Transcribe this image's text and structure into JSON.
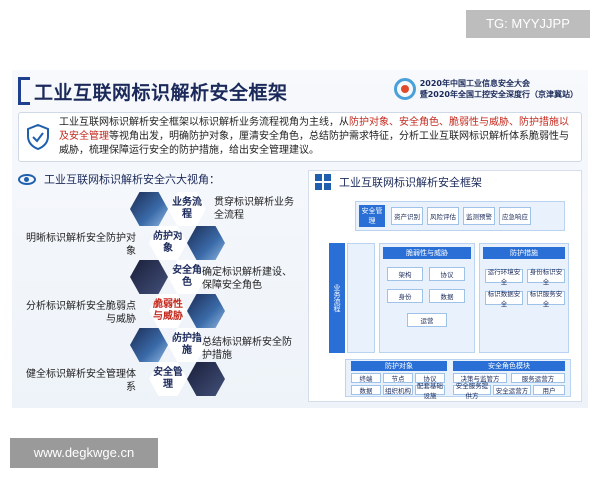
{
  "watermarks": {
    "top": "TG: MYYJJPP",
    "bottom": "www.degkwge.cn"
  },
  "header": {
    "title": "工业互联网标识解析安全框架",
    "conference_line1": "2020年中国工业信息安全大会",
    "conference_line2": "暨2020年全国工控安全深度行（京津冀站）"
  },
  "intro": {
    "part1": "工业互联网标识解析安全框架以标识解析业务流程视角为主线，从",
    "highlight": "防护对象、安全角色、脆弱性与威胁、防护措施以及安全管理",
    "part2": "等视角出发，明确防护对象，厘清安全角色，总结防护需求特征，分析工业互联网标识解析体系脆弱性与威胁，梳理保障运行安全的防护措施，给出安全管理建议。"
  },
  "left_panel": {
    "heading": "工业互联网标识解析安全六大视角：",
    "hexes": [
      "业务流程",
      "防护对象",
      "安全角色",
      "脆弱性与威胁",
      "防护措施",
      "安全管理"
    ],
    "labels": {
      "business": "贯穿标识解析业务全流程",
      "protect_obj": "明晰标识解析安全防护对象",
      "roles": "确定标识解析建设、保障安全角色",
      "vuln": "分析标识解析安全脆弱点与威胁",
      "measures": "总结标识解析安全防护措施",
      "mgmt": "健全标识解析安全管理体系"
    }
  },
  "right_panel": {
    "heading": "工业互联网标识解析安全框架",
    "top_label": "安全管理",
    "top_items": [
      "资产识别",
      "风险评估",
      "监测预警",
      "应急响应"
    ],
    "side_label": "业务流程",
    "vuln_title": "脆弱性与威胁",
    "vuln_items": [
      "架构",
      "协议",
      "身份",
      "数据",
      "运营"
    ],
    "measure_title": "防护措施",
    "measure_items": [
      "运行环境安全",
      "身份标识安全",
      "标识数据安全",
      "标识服务安全"
    ],
    "obj_title": "防护对象",
    "obj_items": [
      "终端",
      "节点",
      "协议",
      "数据",
      "组织机构",
      "配套基础设施"
    ],
    "role_title": "安全角色模块",
    "role_items": [
      "决策与监管方",
      "服务运营方",
      "安全服务提供方",
      "安全运营方",
      "用户"
    ]
  }
}
